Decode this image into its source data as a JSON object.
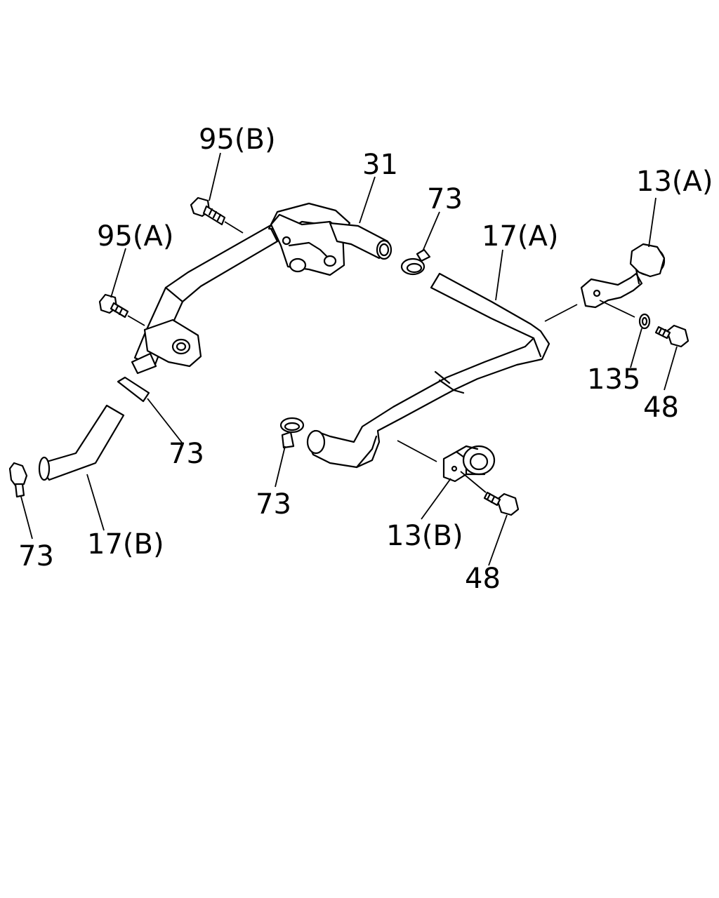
{
  "callouts": {
    "bolt_95b": "95(B)",
    "bolt_95a": "95(A)",
    "pipe_31": "31",
    "clamp_73_top": "73",
    "hose_17a": "17(A)",
    "clip_13a": "13(A)",
    "washer_135": "135",
    "bolt_48_right": "48",
    "clamp_73_left": "73",
    "hose_17b": "17(B)",
    "clamp_73_far_left": "73",
    "clamp_73_bottom": "73",
    "clip_13b": "13(B)",
    "bolt_48_bottom": "48"
  }
}
